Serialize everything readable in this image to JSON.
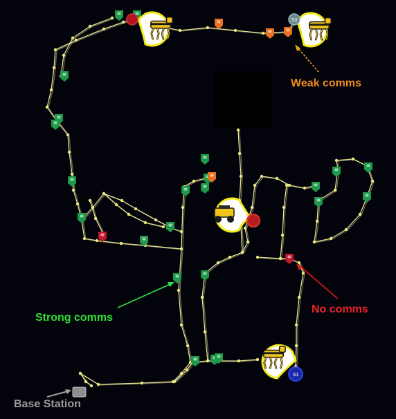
{
  "colors": {
    "background": "#03030b",
    "path": "#e8e49a",
    "node": "#ece87e",
    "strong": "#1e9a4a",
    "weak": "#e8701e",
    "none": "#c0182c",
    "robot_badge_ring": "#f2ea1e",
    "base_station": "#8e8e8e"
  },
  "labels": {
    "weak": "Weak comms",
    "strong": "Strong comms",
    "none": "No comms",
    "base": "Base Station"
  },
  "markers": {
    "spot_a": "S1",
    "spot_c": "S3"
  },
  "icons": {
    "legged_robot": "quadruped-robot-icon",
    "wheeled_robot": "wheeled-robot-icon",
    "comm_node": "map-pin-icon"
  }
}
